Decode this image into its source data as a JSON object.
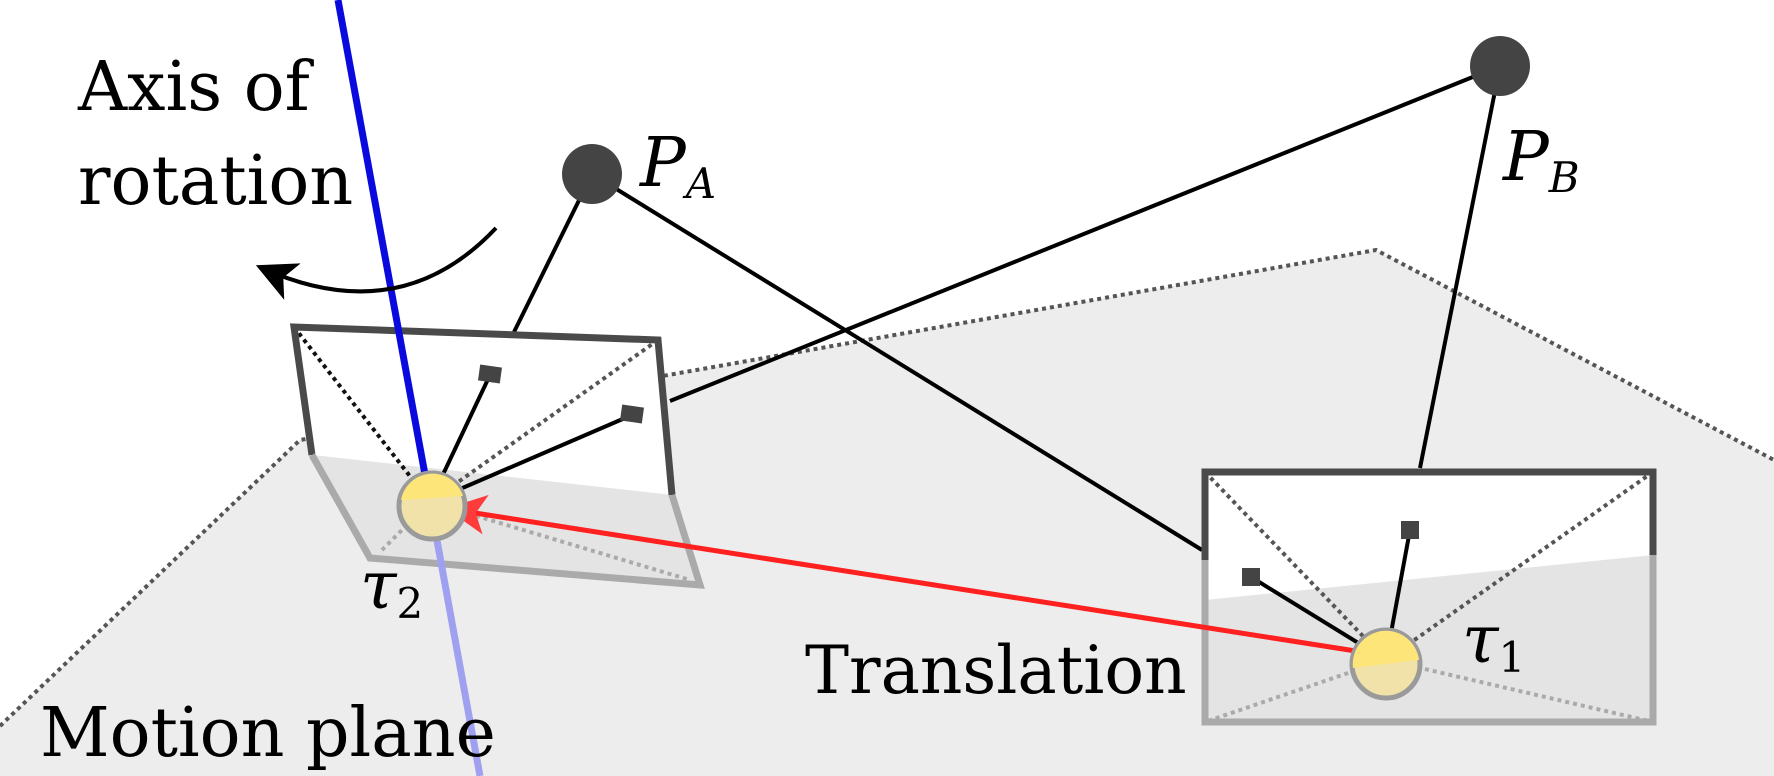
{
  "labels": {
    "axis_line1": "Axis of",
    "axis_line2": "rotation",
    "motion_plane": "Motion plane",
    "translation": "Translation",
    "point_a": "P",
    "point_a_sub": "A",
    "point_b": "P",
    "point_b_sub": "B",
    "tau1": "τ",
    "tau1_sub": "1",
    "tau2": "τ",
    "tau2_sub": "2"
  },
  "colors": {
    "axis": "#0a0adf",
    "translation": "#ff0000",
    "camera_center": "#fde57a",
    "point": "#444444",
    "plane": "#ededed",
    "frame": "#4a4a4a"
  }
}
